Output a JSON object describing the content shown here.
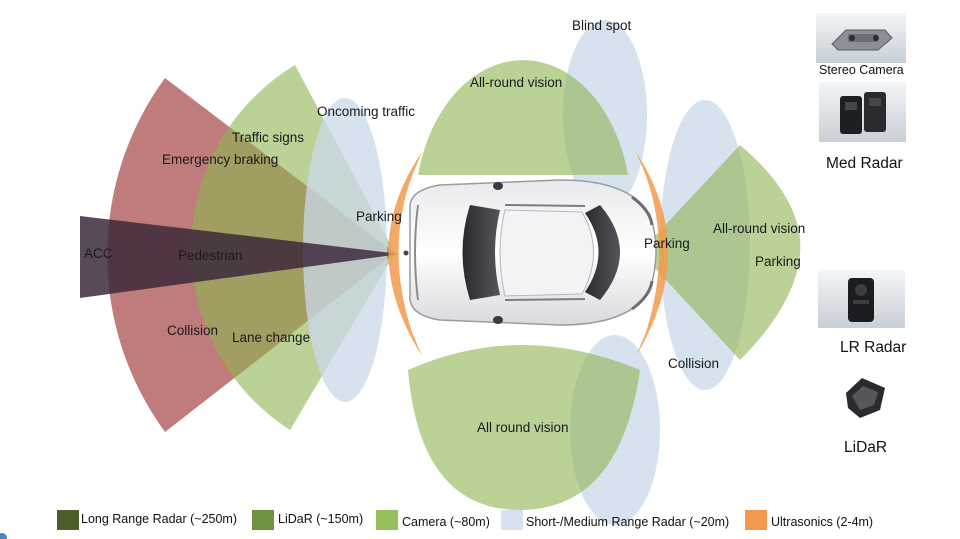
{
  "labels": {
    "acc": "ACC",
    "pedestrian": "Pedestrian",
    "collision_rear": "Collision",
    "emergency_braking": "Emergency braking",
    "traffic_signs": "Traffic signs",
    "lane_change": "Lane change",
    "oncoming_traffic": "Oncoming traffic",
    "parking_rear": "Parking",
    "all_round_vision_top": "All-round vision",
    "blind_spot": "Blind spot",
    "all_round_vision_bottom": "All round vision",
    "parking_front": "Parking",
    "all_round_vision_front": "All-round vision",
    "parking_front_camera": "Parking",
    "collision_front": "Collision"
  },
  "sensors": {
    "stereo_camera": "Stereo Camera",
    "med_radar": "Med Radar",
    "lr_radar": "LR Radar",
    "lidar": "LiDaR"
  },
  "legend": [
    {
      "label": "Long Range Radar (~250m)",
      "color": "#4a5e2a"
    },
    {
      "label": "LiDaR (~150m)",
      "color": "#6f9140"
    },
    {
      "label": "Camera (~80m)",
      "color": "#97bf5a"
    },
    {
      "label": "Short-/Medium Range Radar (~20m)",
      "color": "#d6e2ef"
    },
    {
      "label": "Ultrasonics (2-4m)",
      "color": "#f39a4f"
    }
  ],
  "colors": {
    "long_range_radar": "#3c2a3c",
    "lidar_cone": "#a84848",
    "camera": "#8db450",
    "short_medium_radar": "#c9d8ea",
    "ultrasonics": "#f39a4f"
  }
}
